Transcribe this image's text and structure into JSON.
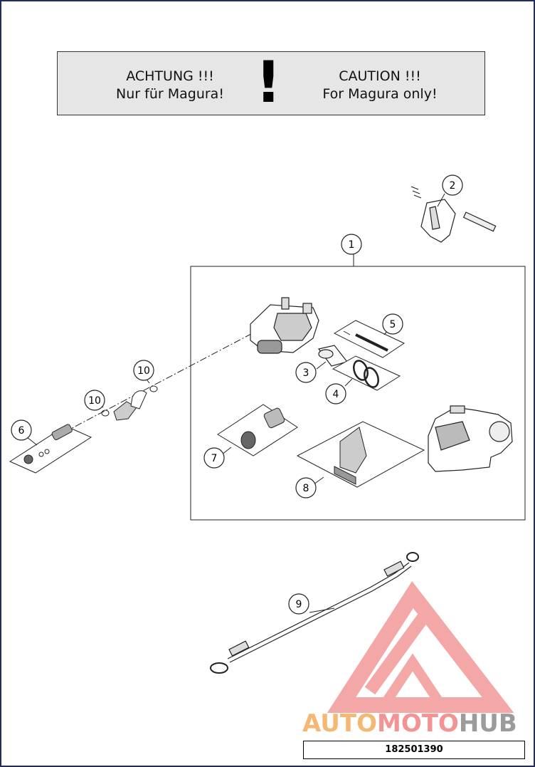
{
  "warning": {
    "left_line1": "ACHTUNG !!!",
    "left_line2": "Nur für Magura!",
    "symbol": "!",
    "right_line1": "CAUTION !!!",
    "right_line2": "For Magura only!"
  },
  "callouts": [
    "1",
    "2",
    "3",
    "4",
    "5",
    "6",
    "7",
    "8",
    "9",
    "10",
    "10"
  ],
  "watermark": {
    "part1": "AUTO",
    "part2": "MOTO",
    "part3": "HUB",
    "logo_color": "#f08a8a"
  },
  "document_number": "182501390",
  "colors": {
    "frame": "#1f2f5a",
    "warning_bg": "#e6e6e6",
    "line": "#222222"
  }
}
